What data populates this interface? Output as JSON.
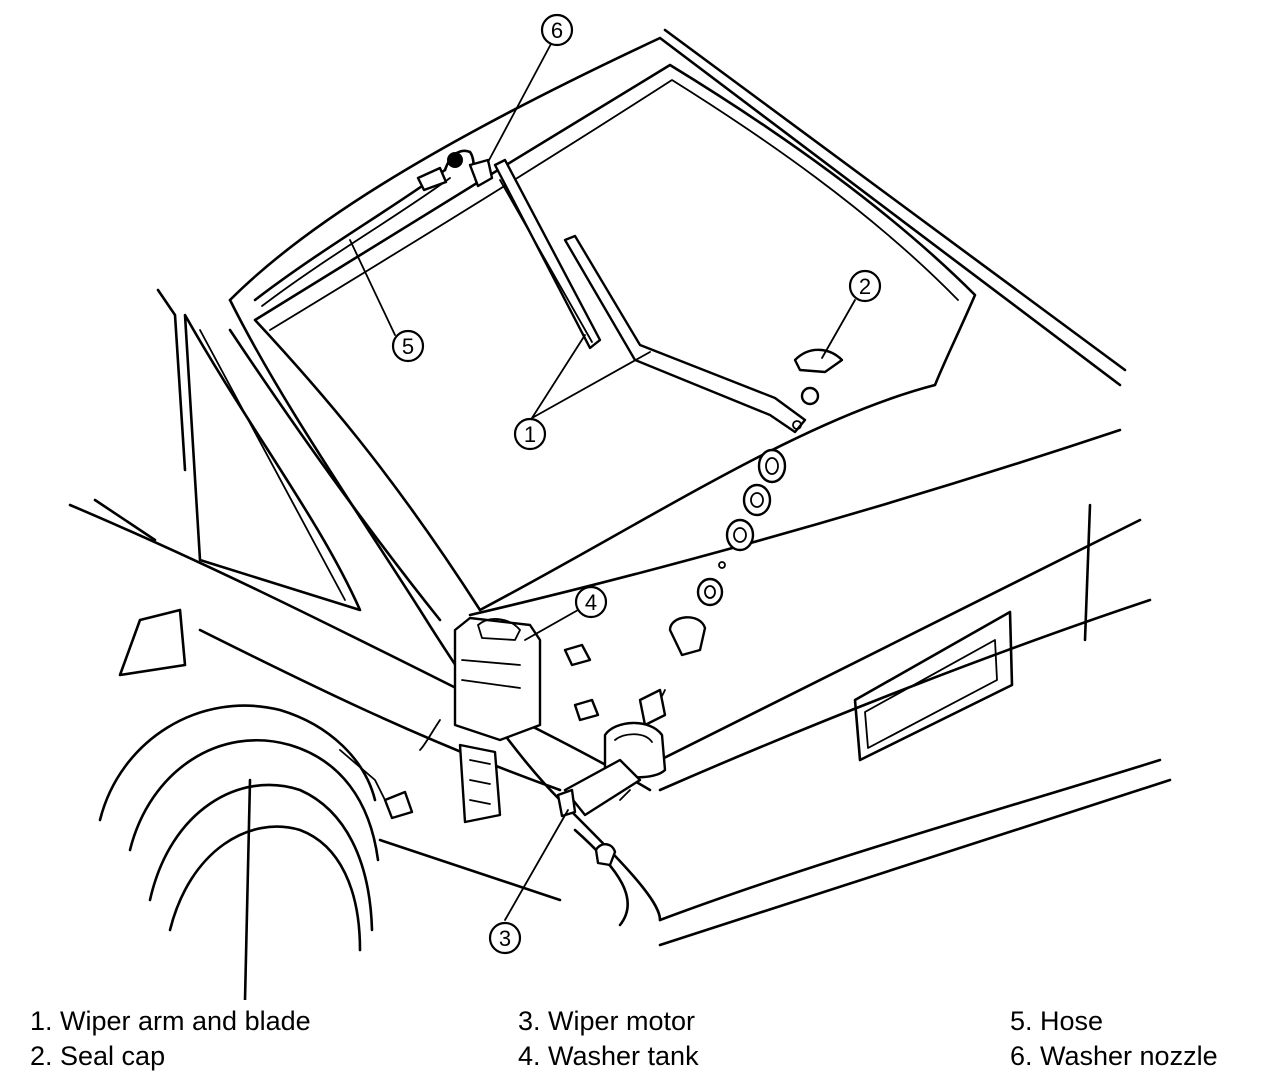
{
  "callouts": [
    "1",
    "2",
    "3",
    "4",
    "5",
    "6"
  ],
  "legend": {
    "col1": [
      "1. Wiper arm and blade",
      "2. Seal cap"
    ],
    "col2": [
      "3. Wiper motor",
      "4. Washer tank"
    ],
    "col3": [
      "5. Hose",
      "6. Washer nozzle"
    ]
  }
}
